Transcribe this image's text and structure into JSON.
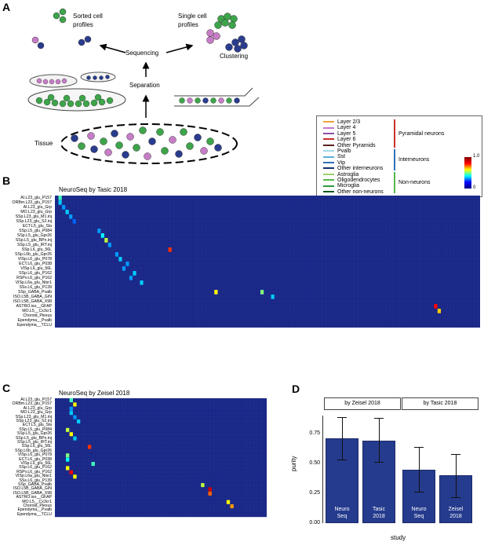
{
  "panel_a": {
    "label": "A",
    "sorted": "Sorted cell profiles",
    "single": "Single cell profiles",
    "sequencing": "Sequencing",
    "clustering": "Clustering",
    "separation": "Separation",
    "tissue": "Tissue"
  },
  "legend": {
    "items": [
      {
        "label": "Layer 2/3",
        "color": "#f0a23b"
      },
      {
        "label": "Layer 4",
        "color": "#c477c8"
      },
      {
        "label": "Layer 5",
        "color": "#8e4ea3"
      },
      {
        "label": "Layer 6",
        "color": "#c9302c"
      },
      {
        "label": "Other Pyramids",
        "color": "#5a1e1e"
      },
      {
        "label": "Pvalb",
        "color": "#9fd8ea"
      },
      {
        "label": "Sst",
        "color": "#5fb0d8"
      },
      {
        "label": "Vip",
        "color": "#2c73b8"
      },
      {
        "label": "Other interneurons",
        "color": "#14326e"
      },
      {
        "label": "Astroglia",
        "color": "#9ad26a"
      },
      {
        "label": "Oligodendrocytes",
        "color": "#55b64d"
      },
      {
        "label": "Microglia",
        "color": "#2f9a40"
      },
      {
        "label": "Other non-neurons",
        "color": "#0e5a24"
      }
    ],
    "groups": [
      "Pyramidal neurons",
      "Interneurons",
      "Non-neurons"
    ],
    "scale_max": "1.0",
    "scale_min": "0"
  },
  "panel_b": {
    "label": "B",
    "title": "NeuroSeq by Tasic 2018"
  },
  "panel_c": {
    "label": "C",
    "title": "NeuroSeq by Zeisel 2018"
  },
  "rows": [
    "AI.L23_glu_P157",
    "ORBm.L23_glu_P157",
    "AI.L23_glu_Grp",
    "MO.L23_glu_Grp",
    "SSp.L23_glu_M1.inj",
    "SSp.L23_glu_S2.inj",
    "ECT.L5_glu_Sla",
    "SSp.L5_glu_P084",
    "SSp.L5_glu_Gpr26",
    "SSp.L5_glu_BPn.inj",
    "SSp.L5_glu_IRT.inj",
    "SSp.L6_glu_56L",
    "SSp.L6b_glu_Gpr26",
    "VISp.L6_glu_P078",
    "ECT.L6_glu_P038",
    "VISp.L6_glu_56L",
    "SSp.L6_glu_P162",
    "RSPv.L6_glu_P162",
    "VISp.L6a_glu_Ntsr1",
    "SSs.L6_glu_P139",
    "SSp_GABA_Pvalb",
    "ISO.L5B_GABA_GIN",
    "ISO.L5B_GABA_X98",
    "ASTRO.iso__GFAP",
    "MO.L5__Cx3cr1",
    "Choroid_Plexus",
    "Ependyma__Pvalb",
    "Ependyma__TCLU"
  ],
  "panel_d": {
    "label": "D",
    "chart_data": {
      "type": "bar",
      "ylabel": "purity",
      "xlabel": "study",
      "ylim": [
        0,
        0.9
      ],
      "yticks": [
        "0.00",
        "0.25",
        "0.50",
        "0.75"
      ],
      "facets": [
        {
          "title": "by Zeisel 2018",
          "bars": [
            {
              "label1": "Neuro",
              "label2": "Seq",
              "value": 0.71,
              "err": [
                0.53,
                0.89
              ]
            },
            {
              "label1": "Tasic",
              "label2": "2018",
              "value": 0.69,
              "err": [
                0.51,
                0.88
              ]
            }
          ]
        },
        {
          "title": "by Tasic 2018",
          "bars": [
            {
              "label1": "Neuro",
              "label2": "Seq",
              "value": 0.45,
              "err": [
                0.26,
                0.64
              ]
            },
            {
              "label1": "Zeisel",
              "label2": "2018",
              "value": 0.4,
              "err": [
                0.22,
                0.58
              ]
            }
          ]
        }
      ]
    }
  }
}
